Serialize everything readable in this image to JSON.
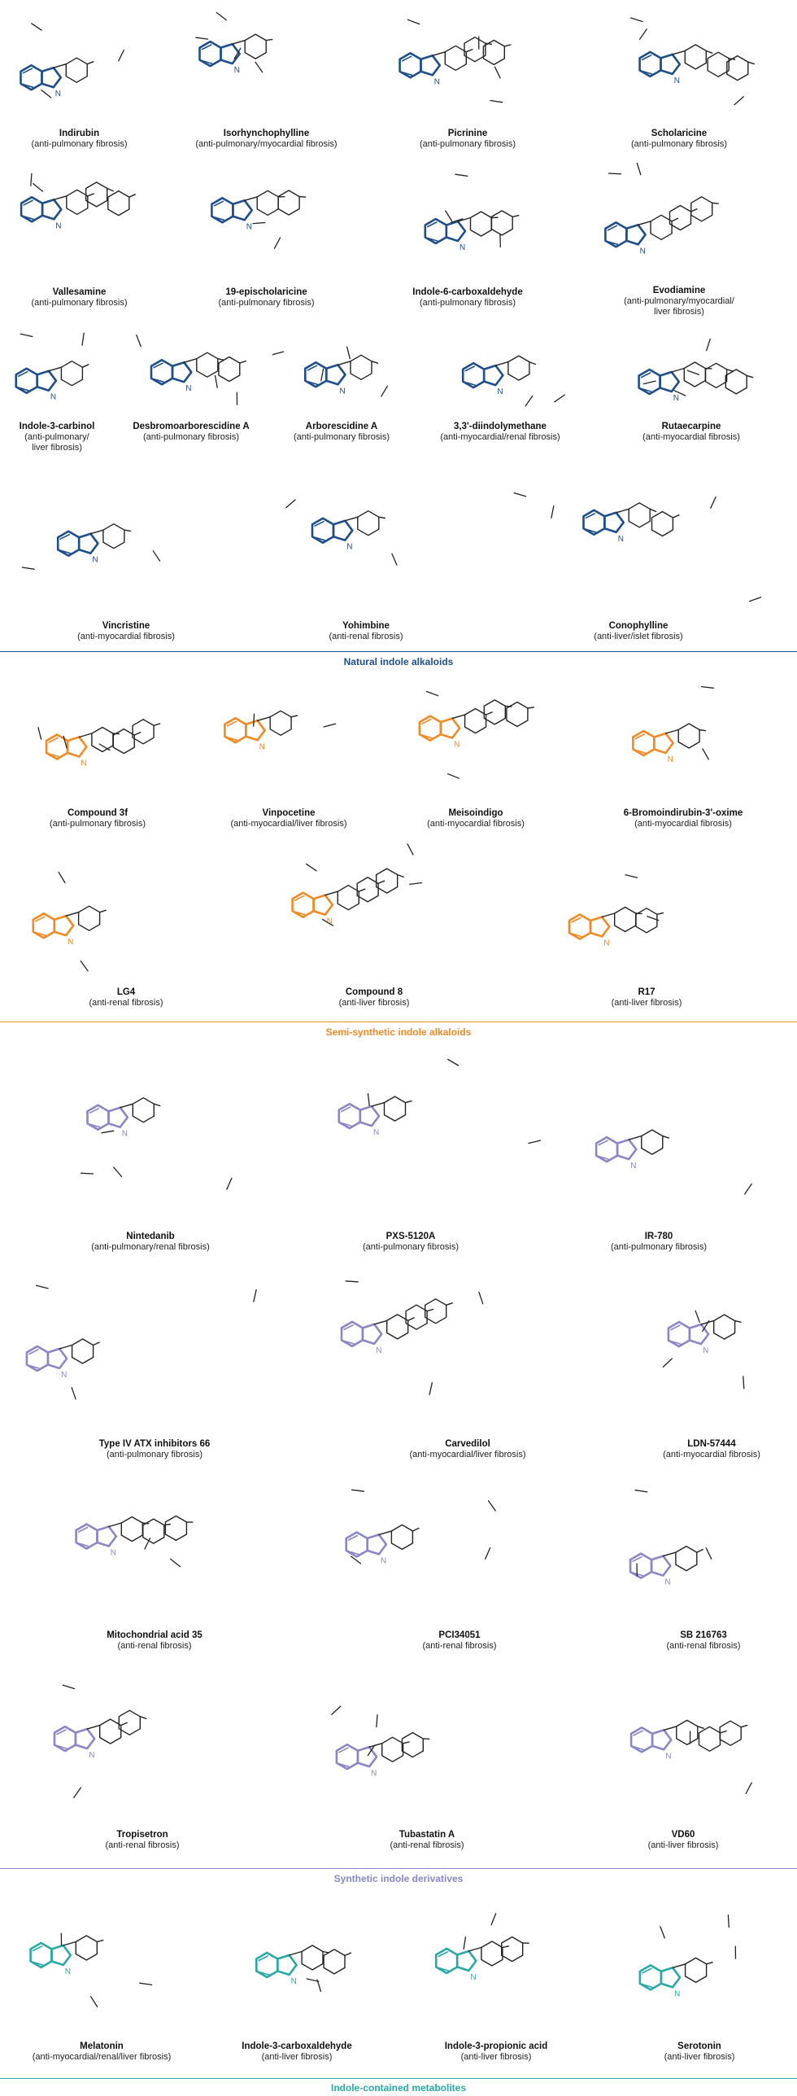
{
  "colors": {
    "natural": "#1f4e8c",
    "semi": "#f08a24",
    "synthetic": "#8a86c8",
    "metabolite": "#2aa8a8",
    "skeleton": "#222222"
  },
  "sections": {
    "natural": {
      "title": "Natural indole alkaloids",
      "rows": [
        [
          {
            "name": "Indirubin",
            "activity": "(anti-pulmonary fibrosis)"
          },
          {
            "name": "Isorhynchophylline",
            "activity": "(anti-pulmonary/myocardial fibrosis)"
          },
          {
            "name": "Picrinine",
            "activity": "(anti-pulmonary fibrosis)"
          },
          {
            "name": "Scholaricine",
            "activity": "(anti-pulmonary fibrosis)"
          }
        ],
        [
          {
            "name": "Vallesamine",
            "activity": "(anti-pulmonary fibrosis)"
          },
          {
            "name": "19-epischolaricine",
            "activity": "(anti-pulmonary fibrosis)"
          },
          {
            "name": "Indole-6-carboxaldehyde",
            "activity": "(anti-pulmonary fibrosis)"
          },
          {
            "name": "Evodiamine",
            "activity": "(anti-pulmonary/myocardial/\nliver fibrosis)"
          }
        ],
        [
          {
            "name": "Indole-3-carbinol",
            "activity": "(anti-pulmonary/\nliver fibrosis)"
          },
          {
            "name": "Desbromoarborescidine A",
            "activity": "(anti-pulmonary fibrosis)"
          },
          {
            "name": "Arborescidine A",
            "activity": "(anti-pulmonary fibrosis)"
          },
          {
            "name": "3,3'-diindolymethane",
            "activity": "(anti-myocardial/renal fibrosis)"
          },
          {
            "name": "Rutaecarpine",
            "activity": "(anti-myocardial fibrosis)"
          }
        ],
        [
          {
            "name": "Vincristine",
            "activity": "(anti-myocardial fibrosis)"
          },
          {
            "name": "Yohimbine",
            "activity": "(anti-renal fibrosis)"
          },
          {
            "name": "Conophylline",
            "activity": "(anti-liver/islet fibrosis)"
          }
        ]
      ]
    },
    "semi": {
      "title": "Semi-synthetic indole alkaloids",
      "rows": [
        [
          {
            "name": "Compound 3f",
            "activity": "(anti-pulmonary fibrosis)"
          },
          {
            "name": "Vinpocetine",
            "activity": "(anti-myocardial/liver fibrosis)"
          },
          {
            "name": "Meisoindigo",
            "activity": "(anti-myocardial fibrosis)"
          },
          {
            "name": "6-Bromoindirubin-3'-oxime",
            "activity": "(anti-myocardial fibrosis)"
          }
        ],
        [
          {
            "name": "LG4",
            "activity": "(anti-renal fibrosis)"
          },
          {
            "name": "Compound 8",
            "activity": "(anti-liver fibrosis)"
          },
          {
            "name": "R17",
            "activity": "(anti-liver fibrosis)"
          }
        ]
      ]
    },
    "synthetic": {
      "title": "Synthetic indole derivatives",
      "rows": [
        [
          {
            "name": "Nintedanib",
            "activity": "(anti-pulmonary/renal fibrosis)"
          },
          {
            "name": "PXS-5120A",
            "activity": "(anti-pulmonary fibrosis)"
          },
          {
            "name": "IR-780",
            "activity": "(anti-pulmonary fibrosis)"
          }
        ],
        [
          {
            "name": "Type IV ATX inhibitors 66",
            "activity": "(anti-pulmonary fibrosis)"
          },
          {
            "name": "Carvedilol",
            "activity": "(anti-myocardial/liver fibrosis)"
          },
          {
            "name": "LDN-57444",
            "activity": "(anti-myocardial fibrosis)"
          }
        ],
        [
          {
            "name": "Mitochondrial acid 35",
            "activity": "(anti-renal fibrosis)"
          },
          {
            "name": "PCI34051",
            "activity": "(anti-renal fibrosis)"
          },
          {
            "name": "SB 216763",
            "activity": "(anti-renal fibrosis)"
          }
        ],
        [
          {
            "name": "Tropisetron",
            "activity": "(anti-renal fibrosis)"
          },
          {
            "name": "Tubastatin A",
            "activity": "(anti-renal fibrosis)"
          },
          {
            "name": "VD60",
            "activity": "(anti-liver fibrosis)"
          }
        ]
      ]
    },
    "metabolite": {
      "title": "Indole-contained metabolites",
      "rows": [
        [
          {
            "name": "Melatonin",
            "activity": "(anti-myocardial/renal/liver fibrosis)"
          },
          {
            "name": "Indole-3-carboxaldehyde",
            "activity": "(anti-liver fibrosis)"
          },
          {
            "name": "Indole-3-propionic acid",
            "activity": "(anti-liver fibrosis)"
          },
          {
            "name": "Serotonin",
            "activity": "(anti-liver fibrosis)"
          }
        ]
      ]
    }
  }
}
